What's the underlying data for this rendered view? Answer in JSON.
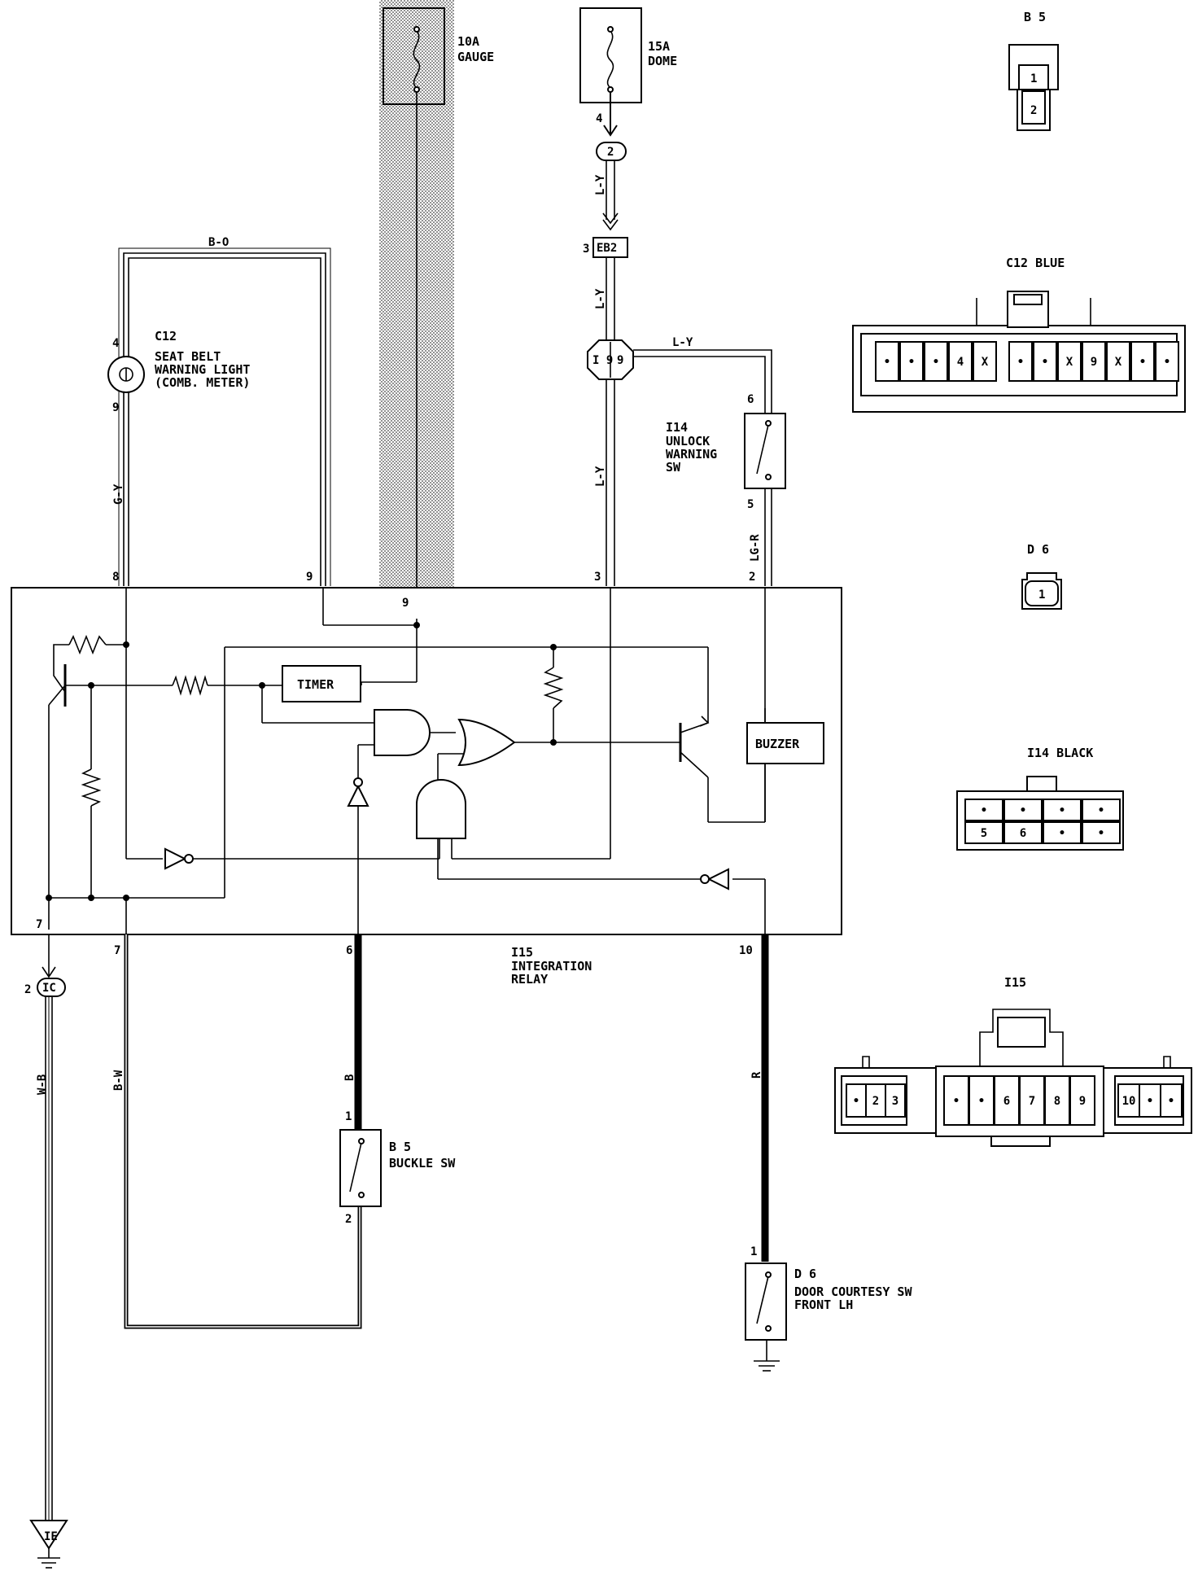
{
  "fuses": {
    "gauge": {
      "rating": "10A",
      "name": "GAUGE"
    },
    "dome": {
      "rating": "15A",
      "name": "DOME"
    }
  },
  "wire_colors": {
    "b_o": "B-O",
    "g_y": "G-Y",
    "l_y_1": "L-Y",
    "l_y_2": "L-Y",
    "l_y_3": "L-Y",
    "l_y_branch": "L-Y",
    "lg_r": "LG-R",
    "w_b": "W-B",
    "b_w": "B-W",
    "b": "B",
    "r": "R"
  },
  "components": {
    "seat_belt_light": {
      "code": "C12",
      "line1": "SEAT BELT",
      "line2": "WARNING LIGHT",
      "line3": "(COMB. METER)"
    },
    "unlock_sw": {
      "code": "I14",
      "line1": "UNLOCK",
      "line2": "WARNING",
      "line3": "SW"
    },
    "integration_relay": {
      "code": "I15",
      "line1": "INTEGRATION",
      "line2": "RELAY"
    },
    "buckle_sw": {
      "code": "B 5",
      "name": "BUCKLE SW"
    },
    "door_sw": {
      "code": "D 6",
      "line1": "DOOR COURTESY SW",
      "line2": "FRONT LH"
    },
    "timer": "TIMER",
    "buzzer": "BUZZER"
  },
  "junctions": {
    "j2": "2",
    "eb2": "EB2",
    "i9": "I 9",
    "i9_pin": "9",
    "ic": "IC",
    "ie": "IE"
  },
  "pins": {
    "dome_out": "4",
    "eb2_pin": "3",
    "c12_top": "4",
    "c12_bot": "9",
    "relay_8": "8",
    "relay_9_top": "9",
    "relay_9_in": "9",
    "relay_3": "3",
    "relay_2": "2",
    "unlock_6": "6",
    "unlock_5": "5",
    "relay_7_left": "7",
    "relay_7_bot": "7",
    "relay_6": "6",
    "relay_10": "10",
    "ic_pin": "2",
    "buckle_1": "1",
    "buckle_2": "2",
    "door_1": "1"
  },
  "connectors": {
    "b5": {
      "title": "B 5",
      "pins": [
        "1",
        "2"
      ]
    },
    "c12": {
      "title": "C12 BLUE",
      "pins": [
        "•",
        "•",
        "•",
        "4",
        "X",
        "•",
        "•",
        "X",
        "9",
        "X",
        "•",
        "•"
      ]
    },
    "d6": {
      "title": "D 6",
      "pins": [
        "1"
      ]
    },
    "i14": {
      "title": "I14 BLACK",
      "row1": [
        "•",
        "•",
        "•",
        "•"
      ],
      "row2": [
        "5",
        "6",
        "•",
        "•"
      ]
    },
    "i15": {
      "title": "I15",
      "left": [
        "•",
        "2",
        "3"
      ],
      "mid": [
        "•",
        "•",
        "6",
        "7",
        "8",
        "9"
      ],
      "right": [
        "10",
        "•",
        "•"
      ]
    }
  }
}
